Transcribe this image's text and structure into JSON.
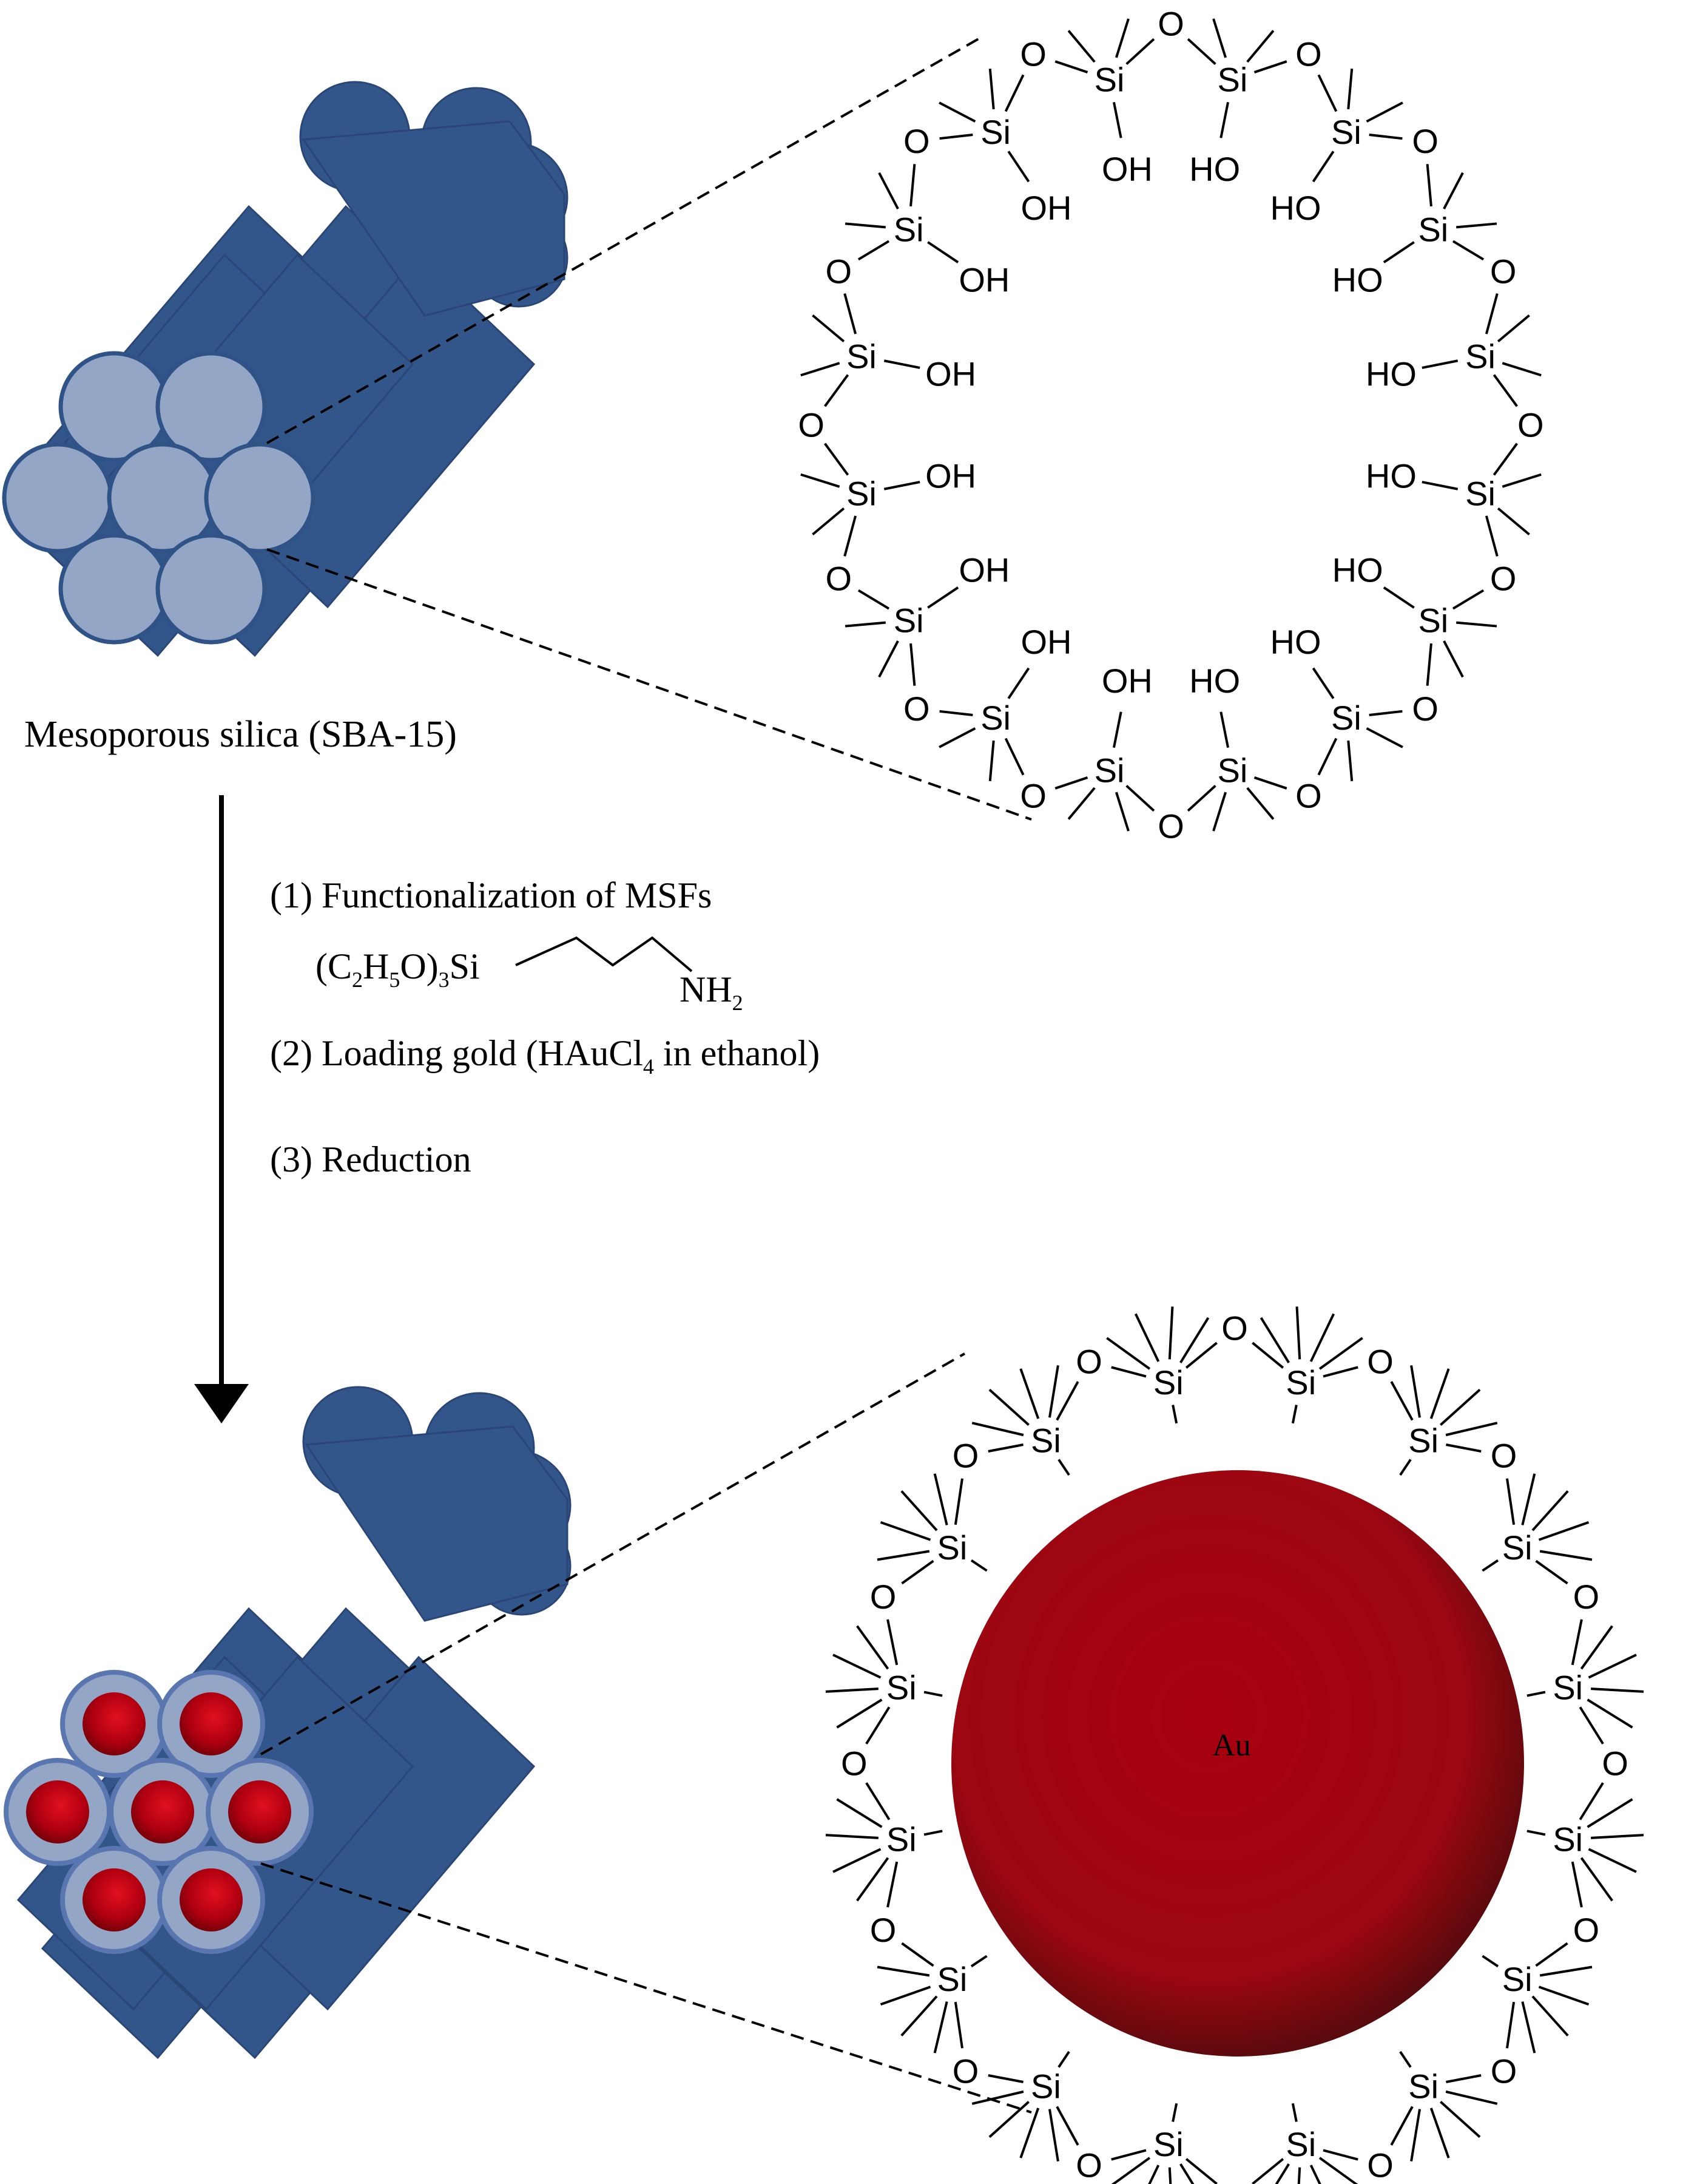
{
  "figure": {
    "top_caption": "Mesoporous silica (SBA-15)",
    "steps": {
      "step1": "(1) Functionalization of MSFs",
      "reagent": {
        "left_open": "(C",
        "sub1": "2",
        "mid1": "H",
        "sub2": "5",
        "mid2": "O)",
        "sub3": "3",
        "tail": "Si",
        "amine": "NH",
        "amine_sub": "2"
      },
      "step2": {
        "prefix": "(2) Loading gold (HAuCl",
        "sub": "4",
        "suffix": " in ethanol)"
      },
      "step3": "(3) Reduction"
    },
    "particle_label": "Au"
  },
  "chem": {
    "silicon": "Si",
    "oxygen": "O",
    "hydroxyl_right": "OH",
    "hydroxyl_left": "HO"
  },
  "colors": {
    "rod": "#33568a",
    "rod_face": "#94a6c6",
    "gold_particle": "#a00713",
    "line": "#000000"
  }
}
